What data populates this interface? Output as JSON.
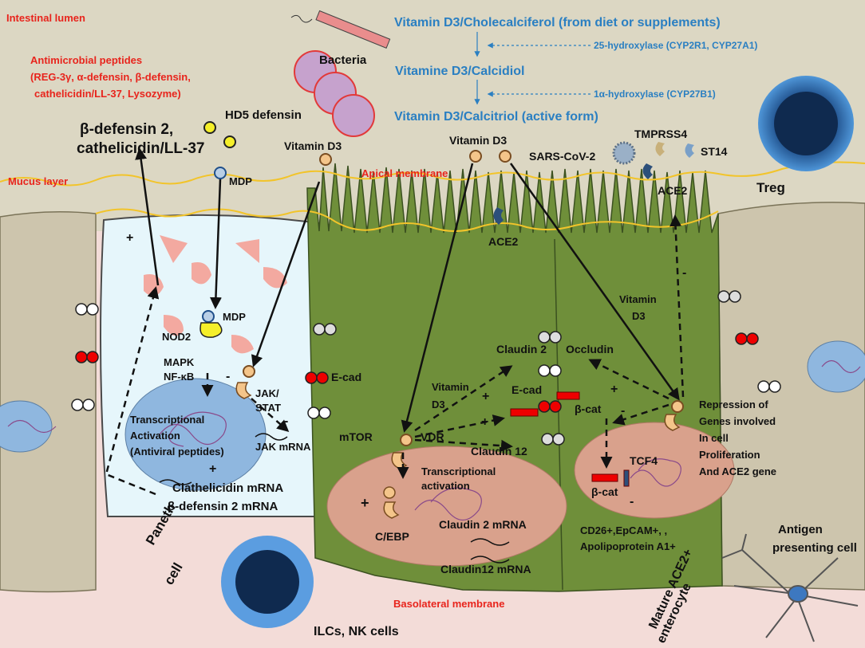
{
  "labels": {
    "intestinal_lumen": "Intestinal lumen",
    "amp_title": "Antimicrobial peptides",
    "amp_line1": "(REG-3γ, α-defensin, β-defensin,",
    "amp_line2": "cathelicidin/LL-37, Lysozyme)",
    "bacteria": "Bacteria",
    "hd5": "HD5 defensin",
    "bdef_line1": "β-defensin 2,",
    "bdef_line2": "cathelicidin/LL-37",
    "vitd3_left": "Vitamin D3",
    "mucus": "Mucus layer",
    "mdp_top": "MDP",
    "apical": "Apical membrane",
    "vd3_chol": "Vitamin D3/Cholecalciferol (from diet or supplements)",
    "hydrox25": "25-hydroxylase (CYP2R1, CYP27A1)",
    "calcidiol": "Vitamine D3/Calcidiol",
    "hydrox1a": "1α-hydroxylase (CYP27B1)",
    "calcitriol": "Vitamin D3/Calcitriol (active form)",
    "vitd3_center": "Vitamin D3",
    "sars": "SARS-CoV-2",
    "tmprss4": "TMPRSS4",
    "st14": "ST14",
    "ace2_top": "ACE2",
    "ace2_mid": "ACE2",
    "treg": "Treg",
    "plus_paneth": "+",
    "nod2": "NOD2",
    "mdp_cell": "MDP",
    "mapk": "MAPK",
    "nfkb": "NF-κB",
    "minus1": "-",
    "jak_stat1": "JAK/",
    "jak_stat2": "STAT",
    "transc1": "Transcriptional",
    "transc2": "Activation",
    "transc3": "(Antiviral peptides)",
    "jak_mrna": "JAK mRNA",
    "plus_nuc": "+",
    "minus2": "-",
    "clath_mrna": "Clathelicidin mRNA",
    "bdef_mrna": "β-defensin 2 mRNA",
    "ecad_left": "E-cad",
    "mtor": "mTOR",
    "vitd3_mid1": "Vitamin",
    "vitd3_mid2": "D3",
    "claudin2": "Claudin 2",
    "occludin": "Occludin",
    "ecad_mid": "E-cad",
    "bcat_mid": "β-cat",
    "claudin12": "Claudin 12",
    "vdr": "VDR",
    "transc_act1": "Transcriptional",
    "transc_act2": "activation",
    "plus_left": "+",
    "cebp": "C/EBP",
    "claudin2_mrna": "Claudin 2 mRNA",
    "claudin12_mrna": "Claudin12 mRNA",
    "vitd3_right1": "Vitamin",
    "vitd3_right2": "D3",
    "repress1": "Repression of",
    "repress2": "Genes involved",
    "repress3": "In cell",
    "repress4": "Proliferation",
    "repress5": "And ACE2 gene",
    "tcf4": "TCF4",
    "bcat_low": "β-cat",
    "minus_low": "-",
    "cd26": "CD26+,EpCAM+, ,",
    "apolipo": "Apolipoprotein A1+",
    "antigen1": "Antigen",
    "antigen2": "presenting cell",
    "paneth1": "Paneth",
    "paneth2": "cell",
    "ilcs": "ILCs, NK cells",
    "basolateral": "Basolateral membrane",
    "mature1": "Mature  ACE2+",
    "mature2": "enterocyte",
    "plus_a": "+",
    "plus_b": "+",
    "plus_c": "+",
    "minus_c": "-",
    "minus_d": "-",
    "minus_e": "-"
  },
  "colors": {
    "lumen": "#dcd7c3",
    "enterocyte": "#6f8f3a",
    "paneth": "#e6f6fb",
    "nucleus_blue": "#8fb7df",
    "nucleus_pink": "#d9a18c",
    "vitamin": "#f4c58a",
    "red_text": "#e8241c",
    "blue_text": "#2a7fc2"
  }
}
